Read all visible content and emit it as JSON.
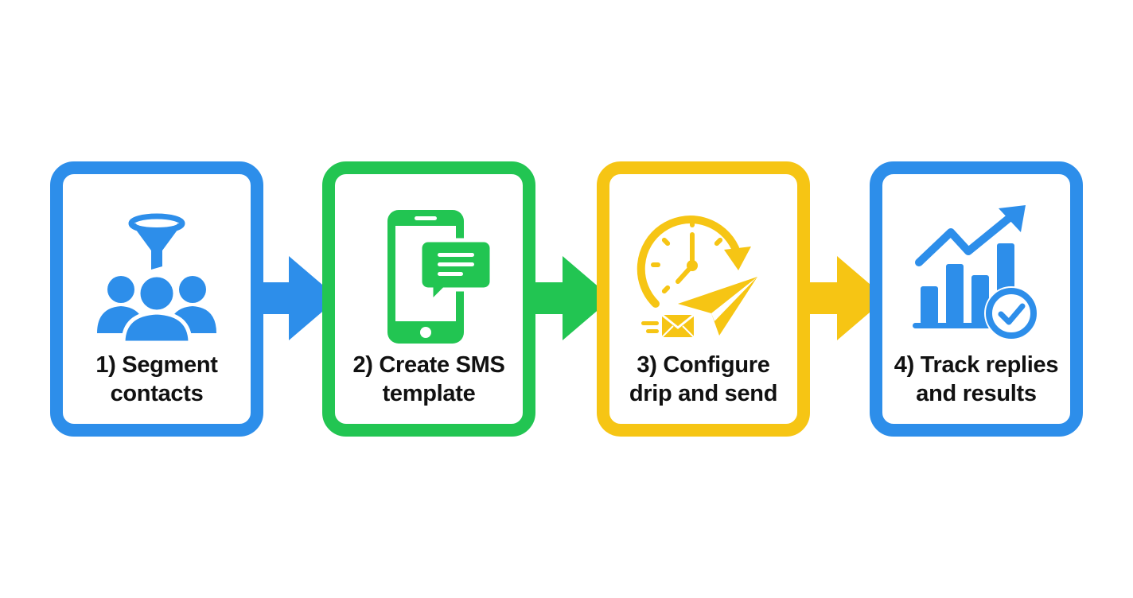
{
  "diagram": {
    "type": "process-flow",
    "colors": {
      "blue": "#2D8EEA",
      "green": "#22C552",
      "yellow": "#F6C514",
      "text": "#111111",
      "background": "#FFFFFF"
    },
    "steps": [
      {
        "number": "1)",
        "line1": "1) Segment",
        "line2": "contacts",
        "color": "#2D8EEA",
        "icon": "funnel-users-icon"
      },
      {
        "number": "2)",
        "line1": "2) Create SMS",
        "line2": "template",
        "color": "#22C552",
        "icon": "phone-chat-icon"
      },
      {
        "number": "3)",
        "line1": "3) Configure",
        "line2": "drip and send",
        "color": "#F6C514",
        "icon": "clock-send-icon"
      },
      {
        "number": "4)",
        "line1": "4) Track replies",
        "line2": "and results",
        "color": "#2D8EEA",
        "icon": "chart-check-icon"
      }
    ],
    "connectors": [
      {
        "from": 1,
        "to": 2,
        "color": "#2D8EEA",
        "icon": "arrow-right-icon"
      },
      {
        "from": 2,
        "to": 3,
        "color": "#22C552",
        "icon": "arrow-right-icon"
      },
      {
        "from": 3,
        "to": 4,
        "color": "#F6C514",
        "icon": "arrow-right-icon"
      }
    ]
  }
}
